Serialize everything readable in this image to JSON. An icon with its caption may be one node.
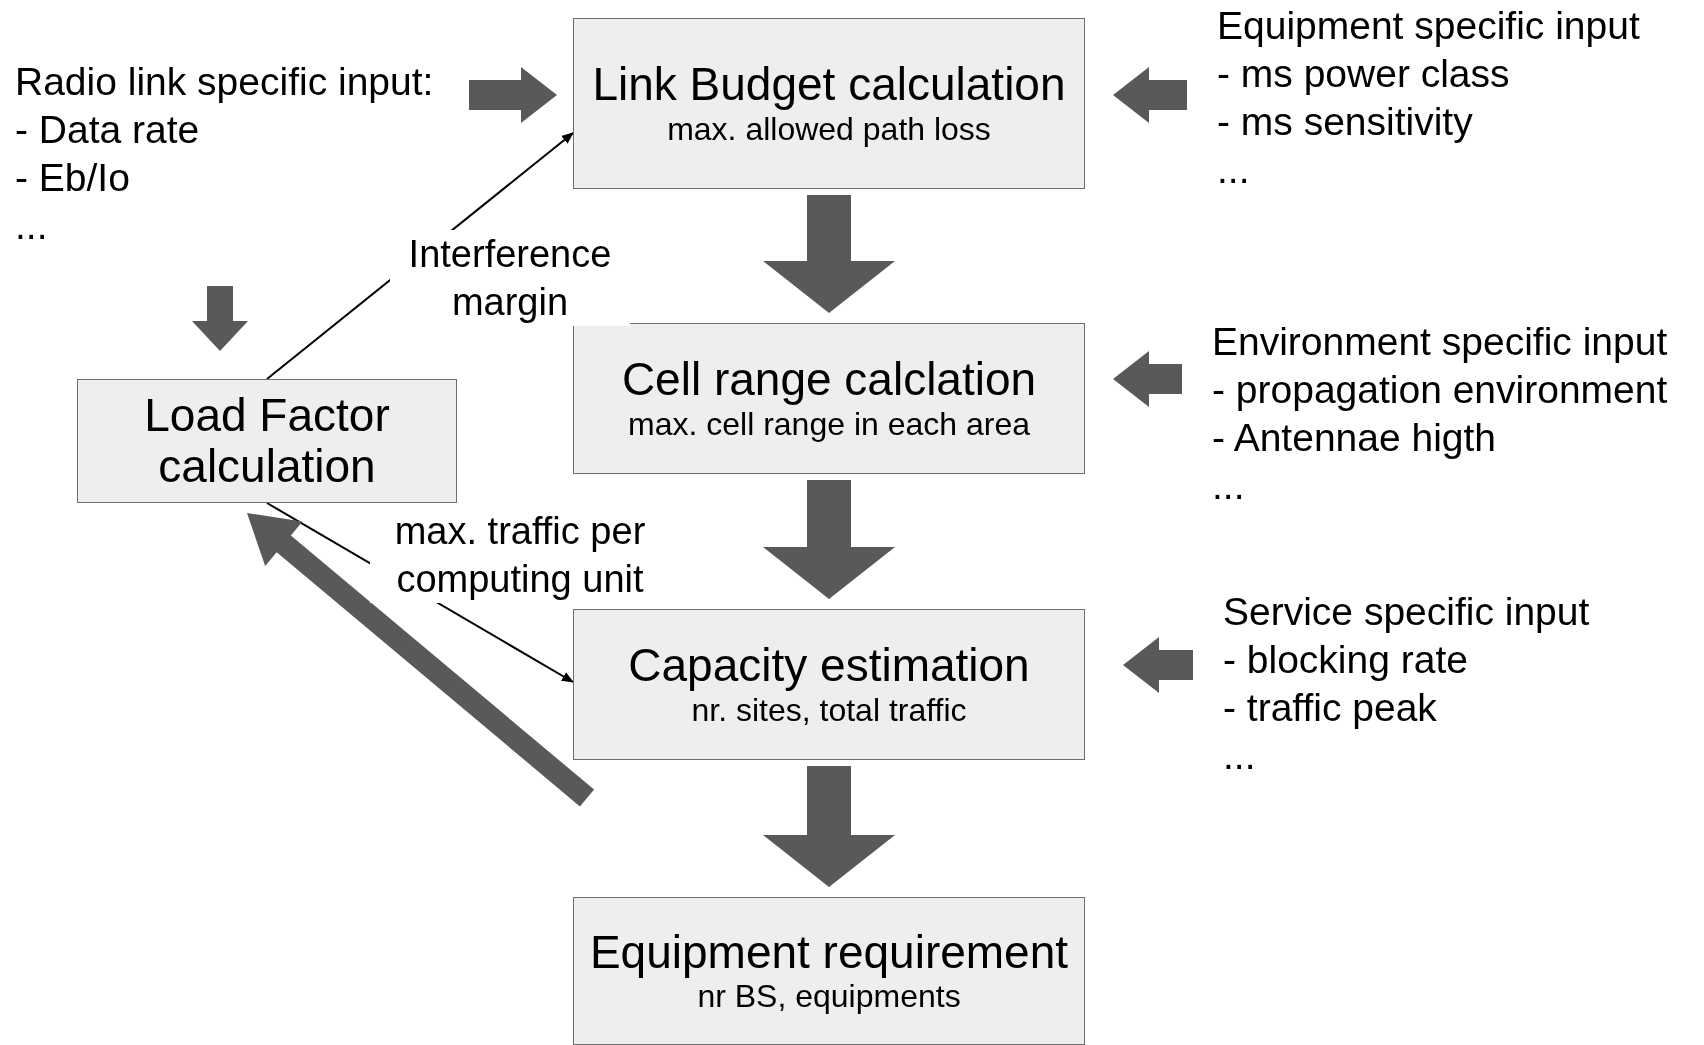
{
  "diagram": {
    "nodes": [
      {
        "text": [
          "Radio link specific input:",
          "- Data rate",
          "- Eb/Io",
          "..."
        ]
      },
      {
        "text": [
          "Link Budget calculation",
          "max. allowed path loss"
        ]
      },
      {
        "text": [
          "Equipment specific input",
          "- ms power class",
          "- ms sensitivity",
          "..."
        ]
      },
      {
        "text": [
          "Load Factor calculation"
        ]
      },
      {
        "text": [
          "Cell range calclation",
          "max. cell range in each area"
        ]
      },
      {
        "text": [
          "Environment specific input",
          "- propagation environment",
          "- Antennae higth",
          "..."
        ]
      },
      {
        "text": [
          "Capacity estimation",
          "nr. sites, total traffic"
        ]
      },
      {
        "text": [
          "Service specific input",
          "- blocking rate",
          "- traffic peak",
          "..."
        ]
      },
      {
        "text": [
          "Equipment requirement",
          "nr BS, equipments"
        ]
      }
    ],
    "edges": [
      {
        "from": 0,
        "to": 1,
        "arrow": "to",
        "style": "thick"
      },
      {
        "from": 2,
        "to": 1,
        "arrow": "to",
        "style": "thick"
      },
      {
        "from": 0,
        "to": 3,
        "arrow": "to",
        "style": "thick"
      },
      {
        "from": 3,
        "to": 1,
        "arrow": "to",
        "label": "Interference margin"
      },
      {
        "from": 1,
        "to": 4,
        "arrow": "to",
        "style": "thick"
      },
      {
        "from": 5,
        "to": 4,
        "arrow": "to",
        "style": "thick"
      },
      {
        "from": 4,
        "to": 6,
        "arrow": "to",
        "style": "thick"
      },
      {
        "from": 3,
        "to": 6,
        "arrow": "to",
        "label": "max. traffic per computing unit"
      },
      {
        "from": 7,
        "to": 6,
        "arrow": "to",
        "style": "thick"
      },
      {
        "from": 6,
        "to": 3,
        "arrow": "to",
        "style": "thick"
      },
      {
        "from": 6,
        "to": 8,
        "arrow": "to",
        "style": "thick"
      }
    ]
  }
}
